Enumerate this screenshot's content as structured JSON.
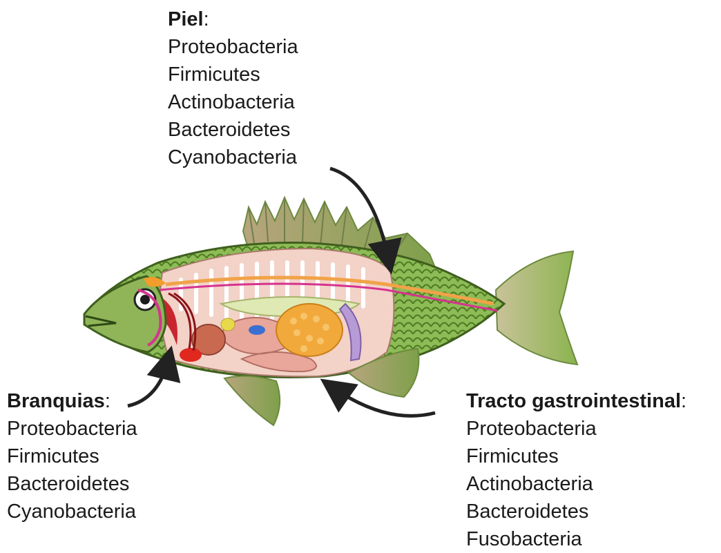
{
  "groups": {
    "piel": {
      "title": "Piel",
      "colon": ":",
      "items": [
        "Proteobacteria",
        "Firmicutes",
        "Actinobacteria",
        "Bacteroidetes",
        "Cyanobacteria"
      ]
    },
    "branquias": {
      "title": "Branquias",
      "colon": ":",
      "items": [
        "Proteobacteria",
        "Firmicutes",
        "Bacteroidetes",
        "Cyanobacteria"
      ]
    },
    "tracto": {
      "title": "Tracto gastrointestinal",
      "colon": ":",
      "items": [
        "Proteobacteria",
        "Firmicutes",
        "Actinobacteria",
        "Bacteroidetes",
        "Fusobacteria"
      ]
    }
  },
  "colors": {
    "skin_green": "#7fae4a",
    "fin_tan": "#c9b48f",
    "gut_pink": "#f2a7b4",
    "liver_orange": "#f2a93b",
    "vessel_magenta": "#d6338f",
    "arrow": "#222222"
  }
}
